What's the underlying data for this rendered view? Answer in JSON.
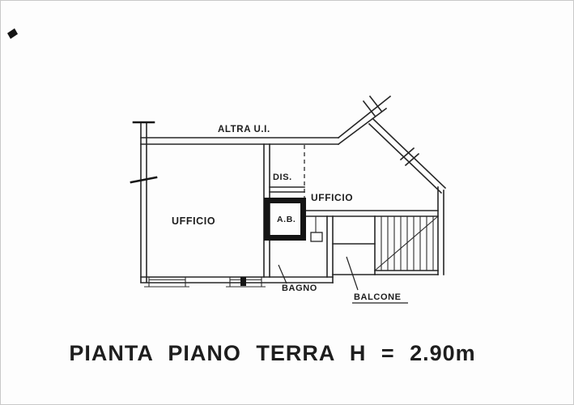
{
  "page": {
    "title": "PIANTA PIANO TERRA H = 2.90m"
  },
  "floorplan": {
    "labels": {
      "altra_ui": "ALTRA U.I.",
      "dis": "DIS.",
      "ufficio_right": "UFFICIO",
      "ab": "A.B.",
      "ufficio_left": "UFFICIO",
      "bagno": "BAGNO",
      "balcone": "BALCONE"
    },
    "height_note": "H = 2.90m",
    "line_color": "#262626",
    "background_color": "#fdfdfd"
  }
}
